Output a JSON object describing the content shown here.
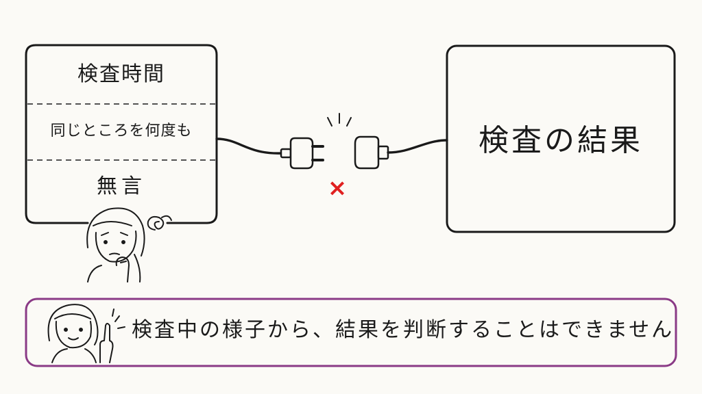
{
  "left_box": {
    "row1": "検査時間",
    "row2": "同じところを何度も",
    "row3": "無言"
  },
  "right_box": {
    "label": "検査の結果"
  },
  "disconnect_mark": "×",
  "caption": "検査中の様子から、結果を判断することはできません",
  "colors": {
    "ink": "#1a1a1a",
    "accent_red": "#e02020",
    "caption_border": "#8a3a86",
    "background": "#fbfaf6"
  }
}
